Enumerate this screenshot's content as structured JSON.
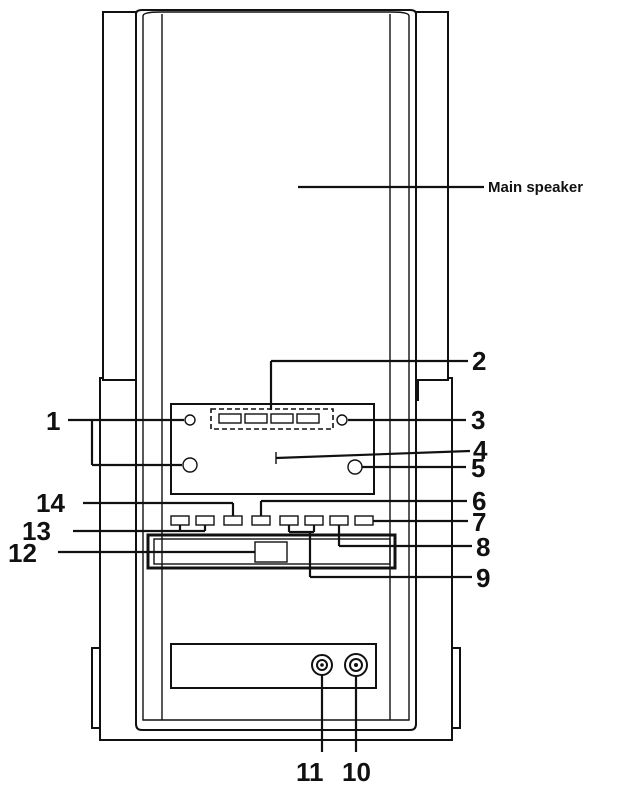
{
  "diagram": {
    "main_label": "Main speaker",
    "callouts": [
      {
        "id": "1",
        "label": "1"
      },
      {
        "id": "2",
        "label": "2"
      },
      {
        "id": "3",
        "label": "3"
      },
      {
        "id": "4",
        "label": "4"
      },
      {
        "id": "5",
        "label": "5"
      },
      {
        "id": "6",
        "label": "6"
      },
      {
        "id": "7",
        "label": "7"
      },
      {
        "id": "8",
        "label": "8"
      },
      {
        "id": "9",
        "label": "9"
      },
      {
        "id": "10",
        "label": "10"
      },
      {
        "id": "11",
        "label": "11"
      },
      {
        "id": "12",
        "label": "12"
      },
      {
        "id": "13",
        "label": "13"
      },
      {
        "id": "14",
        "label": "14"
      }
    ]
  }
}
